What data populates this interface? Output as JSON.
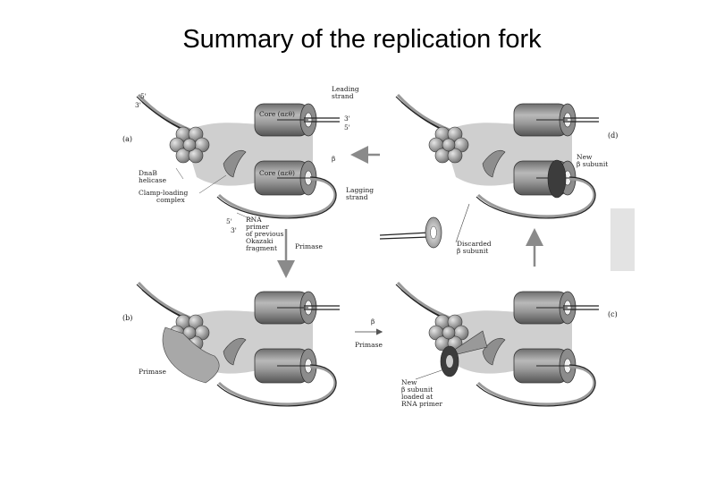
{
  "slide": {
    "title": "Summary of the replication fork"
  },
  "panels": {
    "a": {
      "label": "(a)"
    },
    "b": {
      "label": "(b)"
    },
    "c": {
      "label": "(c)"
    },
    "d": {
      "label": "(d)"
    }
  },
  "labels": {
    "five_prime": "5'",
    "three_prime": "3'",
    "leading_strand_1": "Leading",
    "leading_strand_2": "strand",
    "core_top": "Core (αεθ)",
    "core_bottom": "Core (αεθ)",
    "beta": "β",
    "dnab_1": "DnaB",
    "dnab_2": "helicase",
    "clamp_1": "Clamp-loading",
    "clamp_2": "complex",
    "lagging_1": "Lagging",
    "lagging_2": "strand",
    "rna_1": "RNA",
    "rna_2": "primer",
    "rna_3": "of previous",
    "rna_4": "Okazaki",
    "rna_5": "fragment",
    "primase_arrow": "Primase",
    "primase_b": "Primase",
    "primase_bc": "Primase",
    "new_beta_d_1": "New",
    "new_beta_d_2": "β subunit",
    "discarded_1": "Discarded",
    "discarded_2": "β subunit",
    "new_beta_c_1": "New",
    "new_beta_c_2": "β subunit",
    "new_beta_c_3": "loaded at",
    "new_beta_c_4": "RNA primer"
  },
  "colors": {
    "protein_gray": "#9e9e9e",
    "protein_dark": "#6a6a6a",
    "shadow_gray": "#cfcfcf",
    "arrow_gray": "#8a8a8a",
    "text": "#222222"
  }
}
